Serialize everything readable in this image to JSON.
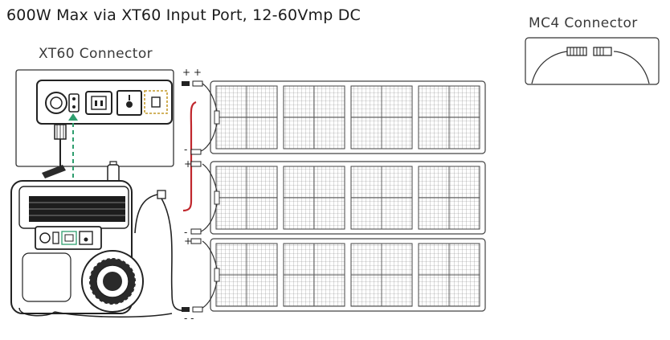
{
  "title": "600W Max via XT60 Input Port, 12-60Vmp DC",
  "xt60_connector_label": "XT60 Connector",
  "mc4_connector_label": "MC4 Connector",
  "polarity": {
    "row1_top": "+ +",
    "row1_bottom": "-",
    "row2_top": "+",
    "row2_bottom": "-",
    "row3_top": "+",
    "row3_bottom": "- -"
  },
  "panels": {
    "rows": 3,
    "segments_per_panel": 4
  },
  "colors": {
    "series_link": "#c0272d",
    "xt60_highlight": "#2e9e6e",
    "outline": "#333333"
  }
}
